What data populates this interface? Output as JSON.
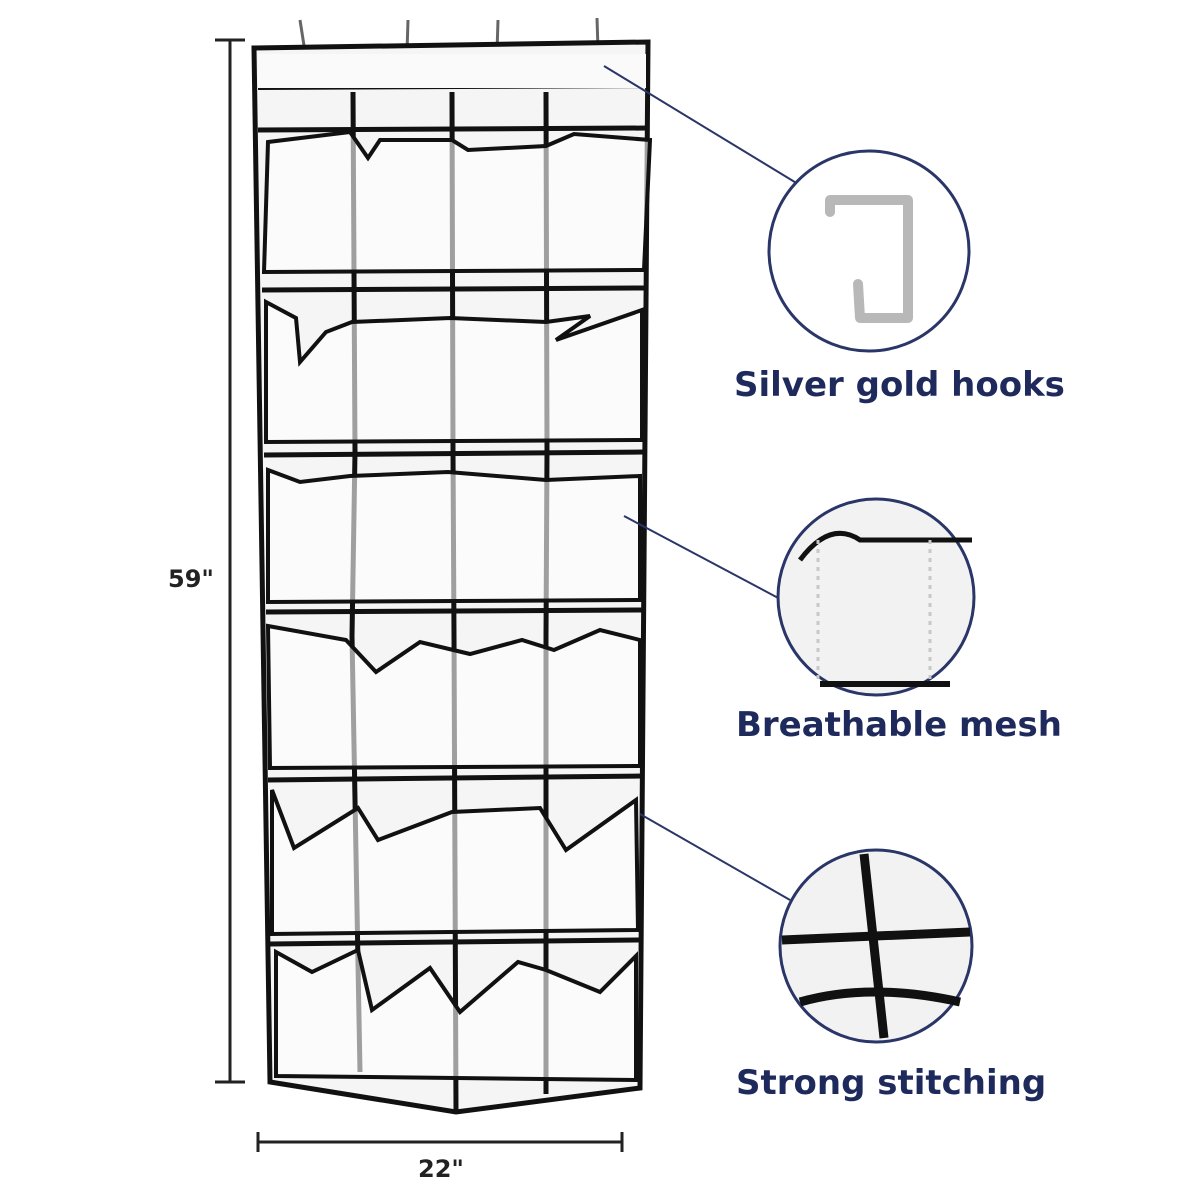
{
  "dimensions": {
    "height": "59\"",
    "width": "22\""
  },
  "features": [
    {
      "label": "Silver gold hooks",
      "icon": "hook-icon"
    },
    {
      "label": "Breathable mesh",
      "icon": "mesh-icon"
    },
    {
      "label": "Strong stitching",
      "icon": "stitching-icon"
    }
  ],
  "colors": {
    "label_text": "#1f2a5c",
    "trim": "#111111",
    "fabric": "#f4f4f4",
    "callout_ring": "#1f2a5c"
  }
}
